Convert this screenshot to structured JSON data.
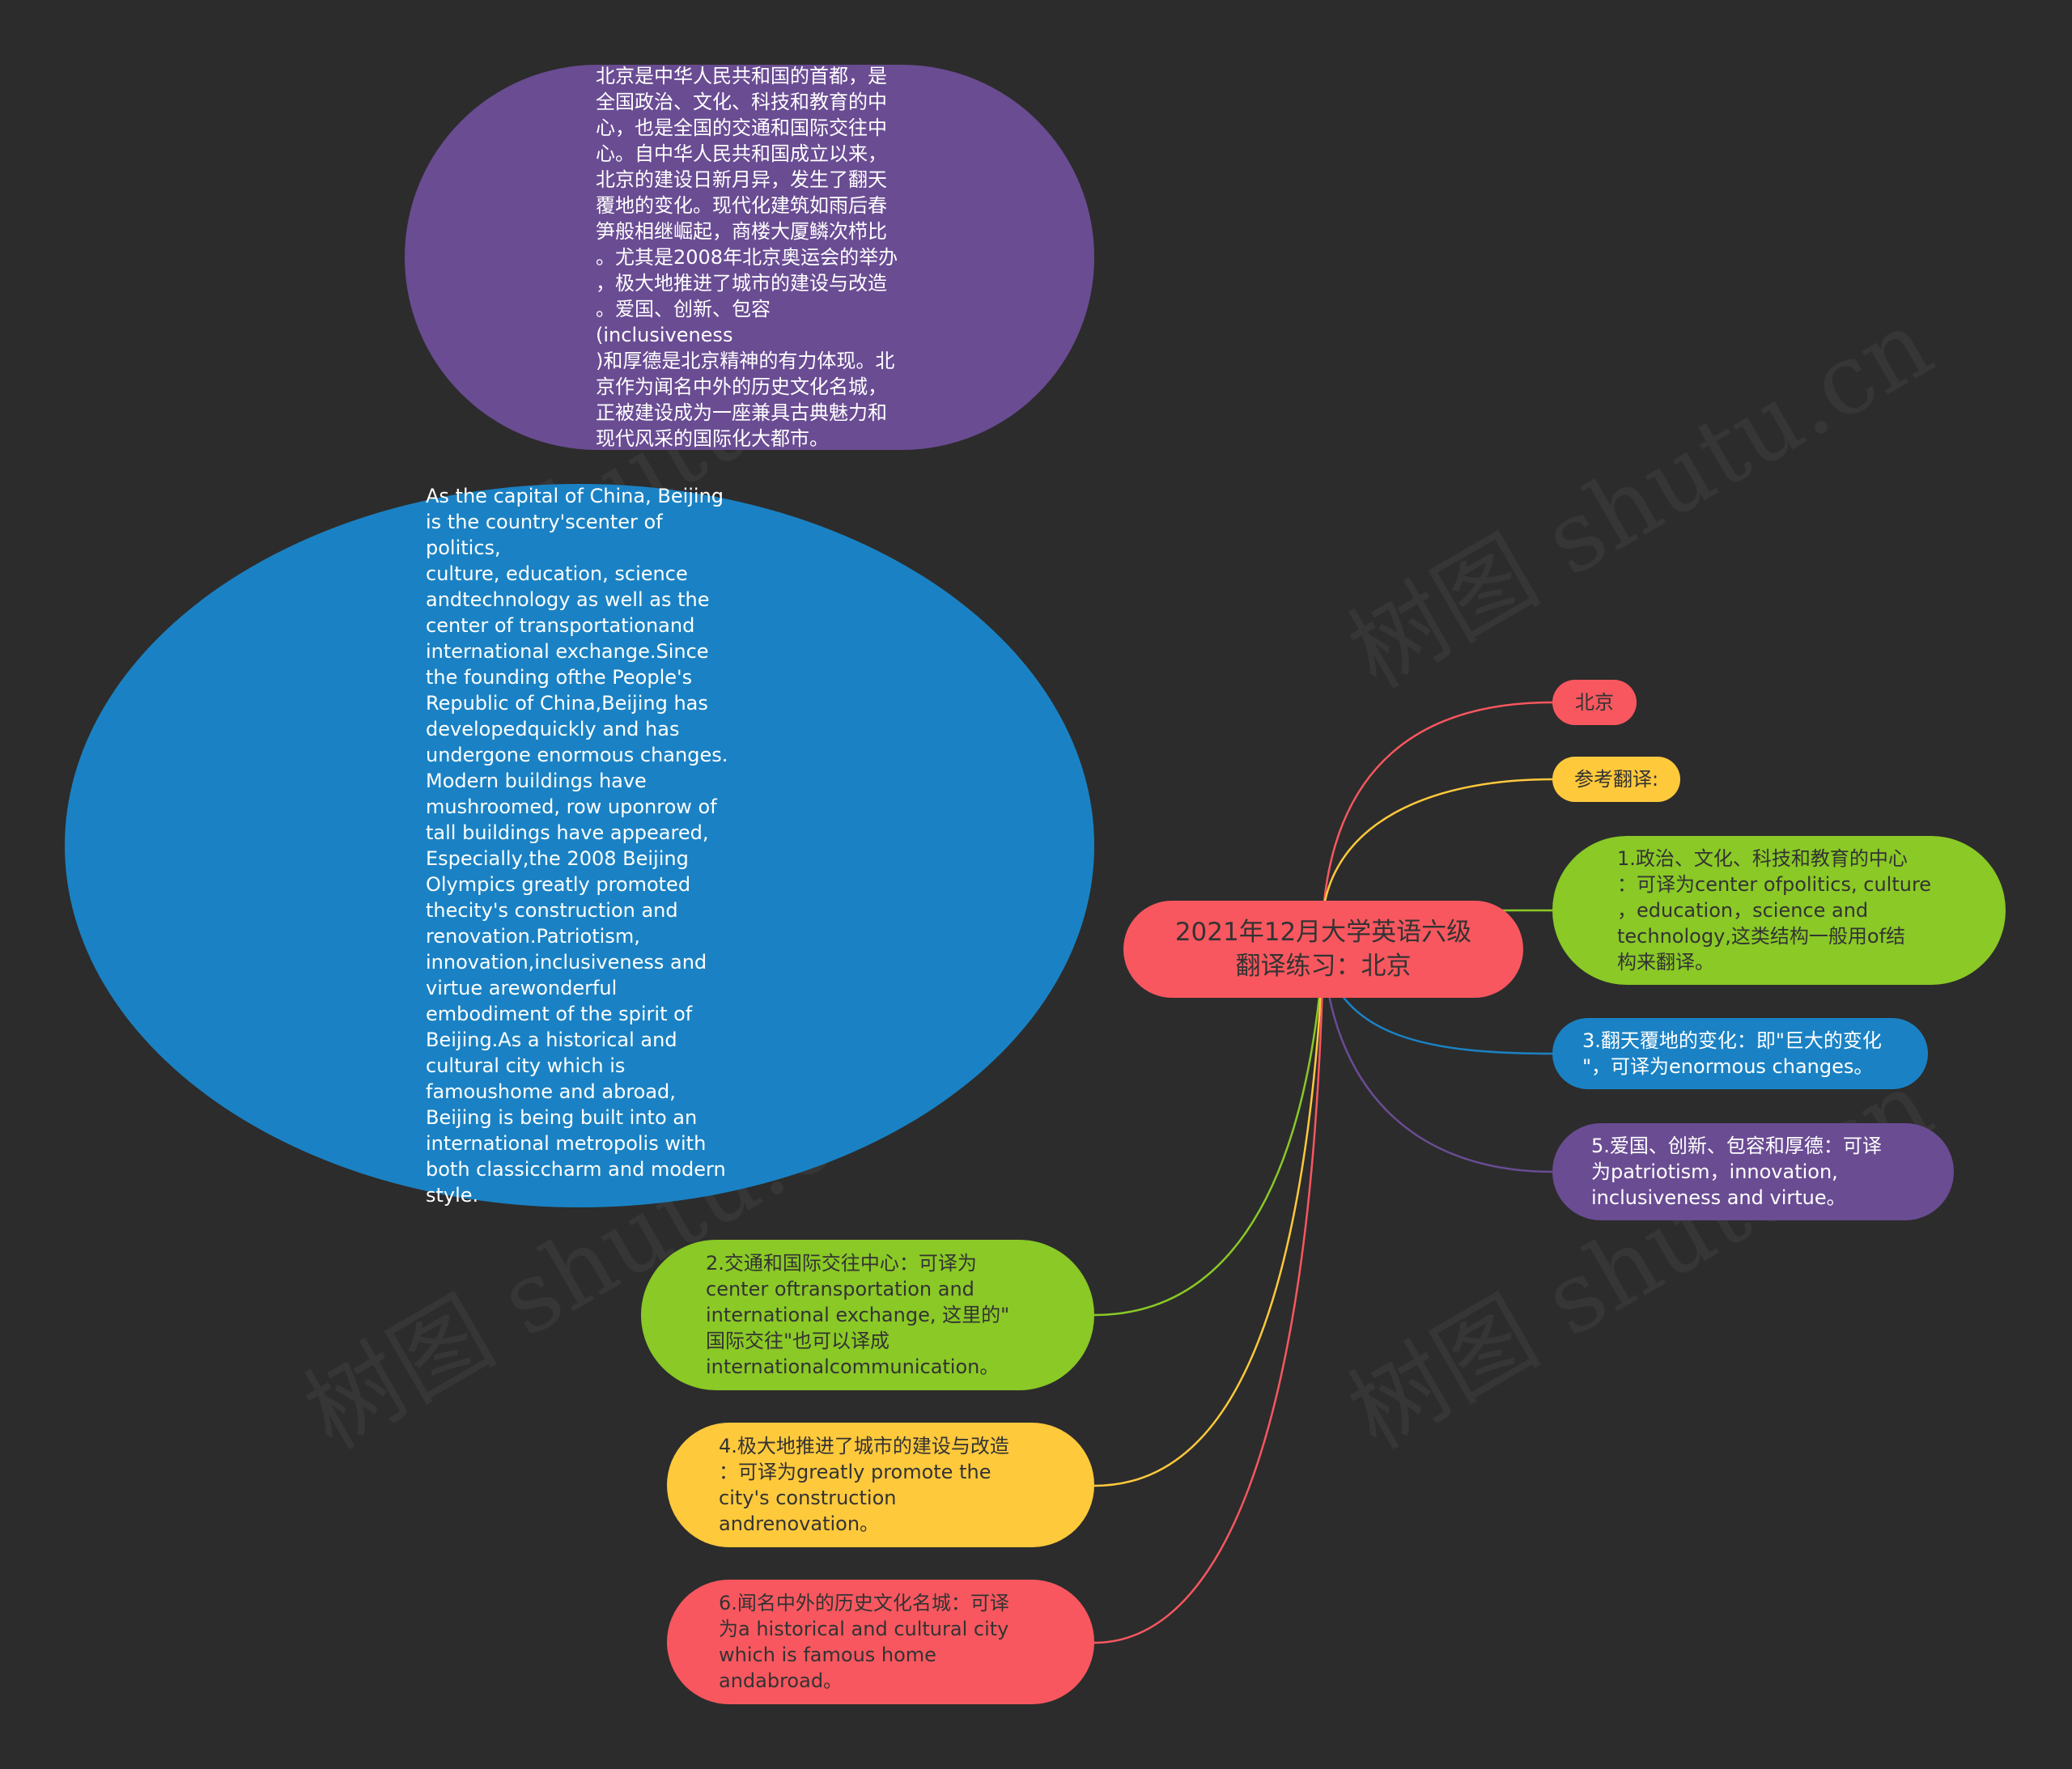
{
  "center": {
    "title": "2021年12月大学英语六级\n翻译练习：北京",
    "color": "#f8575f"
  },
  "nodes": {
    "chinese_text": {
      "text": "北京是中华人民共和国的首都，是\n全国政治、文化、科技和教育的中\n心，也是全国的交通和国际交往中\n心。自中华人民共和国成立以来，\n北京的建设日新月异，发生了翻天\n覆地的变化。现代化建筑如雨后春\n笋般相继崛起，商楼大厦鳞次栉比\n。尤其是2008年北京奥运会的举办\n，极大地推进了城市的建设与改造\n。爱国、创新、包容(inclusiveness\n)和厚德是北京精神的有力体现。北\n京作为闻名中外的历史文化名城，\n正被建设成为一座兼具古典魅力和\n现代风采的国际化大都市。",
      "color": "#6a4c93"
    },
    "english_text": {
      "text": "As the capital of China, Beijing\nis the country'scenter of politics,\n culture, education, science\nandtechnology as well as the\ncenter of transportationand\ninternational exchange.Since\nthe founding ofthe People's\nRepublic of China,Beijing has\ndevelopedquickly and has\nundergone enormous changes.\nModern buildings have\nmushroomed, row uponrow of\ntall buildings have appeared,\nEspecially,the 2008 Beijing\nOlympics greatly promoted\nthecity's construction and\nrenovation.Patriotism,\ninnovation,inclusiveness and\nvirtue arewonderful\nembodiment of the spirit of\nBeijing.As a historical and\ncultural city which is\nfamoushome and abroad,\nBeijing is being built into an\ninternational metropolis with\nboth classiccharm and modern\nstyle.",
      "color": "#1a82c4"
    },
    "beijing": {
      "text": "北京",
      "color": "#f8575f"
    },
    "reference": {
      "text": "参考翻译:",
      "color": "#ffc93c"
    },
    "note1": {
      "text": "1.政治、文化、科技和教育的中心\n：可译为center ofpolitics, culture\n，education，science and\ntechnology,这类结构一般用of结\n构来翻译。",
      "color": "#8ac926"
    },
    "note3": {
      "text": "3.翻天覆地的变化：即\"巨大的变化\n\"，可译为enormous changes。",
      "color": "#1a82c4"
    },
    "note5": {
      "text": "5.爱国、创新、包容和厚德：可译\n为patriotism，innovation,\ninclusiveness and virtue。",
      "color": "#6a4c93"
    },
    "note2": {
      "text": "2.交通和国际交往中心：可译为\ncenter oftransportation and\ninternational exchange, 这里的\"\n国际交往\"也可以译成\ninternationalcommunication。",
      "color": "#8ac926"
    },
    "note4": {
      "text": "4.极大地推进了城市的建设与改造\n：可译为greatly promote the\ncity's construction\nandrenovation。",
      "color": "#ffc93c"
    },
    "note6": {
      "text": "6.闻名中外的历史文化名城：可译\n为a historical and cultural city\nwhich is famous home\nandabroad。",
      "color": "#f8575f"
    }
  },
  "watermark": "树图 shutu.cn"
}
